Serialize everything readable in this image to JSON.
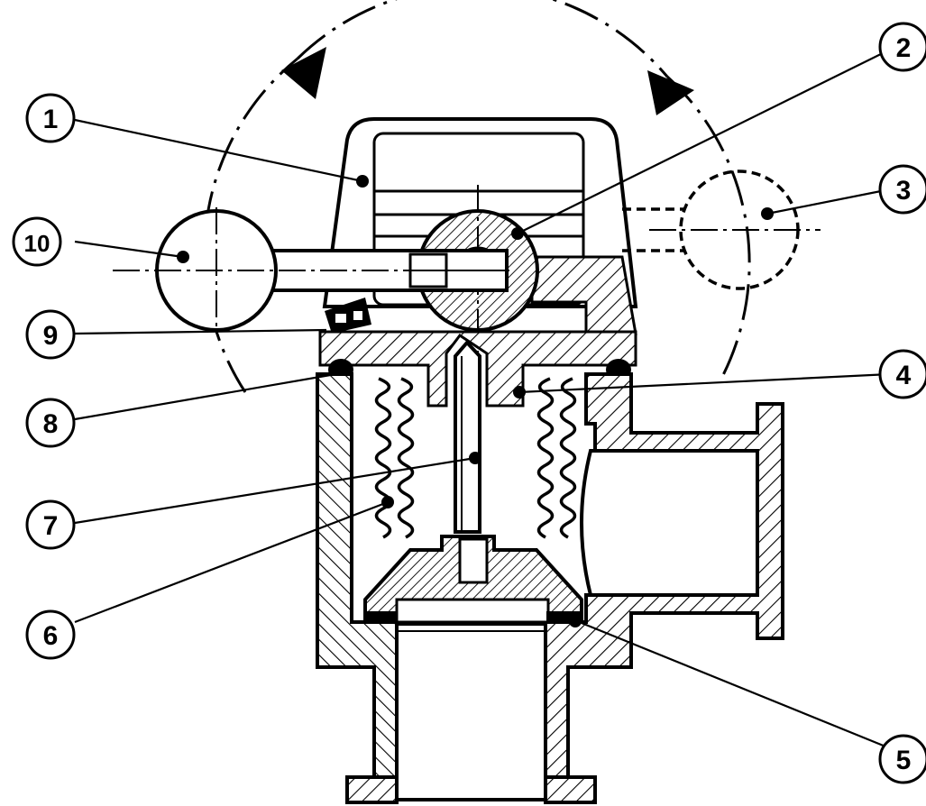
{
  "diagram": {
    "colors": {
      "ink": "#000000",
      "paper": "#ffffff"
    },
    "callouts": [
      {
        "id": "c1",
        "number": "1"
      },
      {
        "id": "c2",
        "number": "2"
      },
      {
        "id": "c3",
        "number": "3"
      },
      {
        "id": "c4",
        "number": "4"
      },
      {
        "id": "c5",
        "number": "5"
      },
      {
        "id": "c6",
        "number": "6"
      },
      {
        "id": "c7",
        "number": "7"
      },
      {
        "id": "c8",
        "number": "8"
      },
      {
        "id": "c9",
        "number": "9"
      },
      {
        "id": "c10",
        "number": "10"
      }
    ]
  }
}
